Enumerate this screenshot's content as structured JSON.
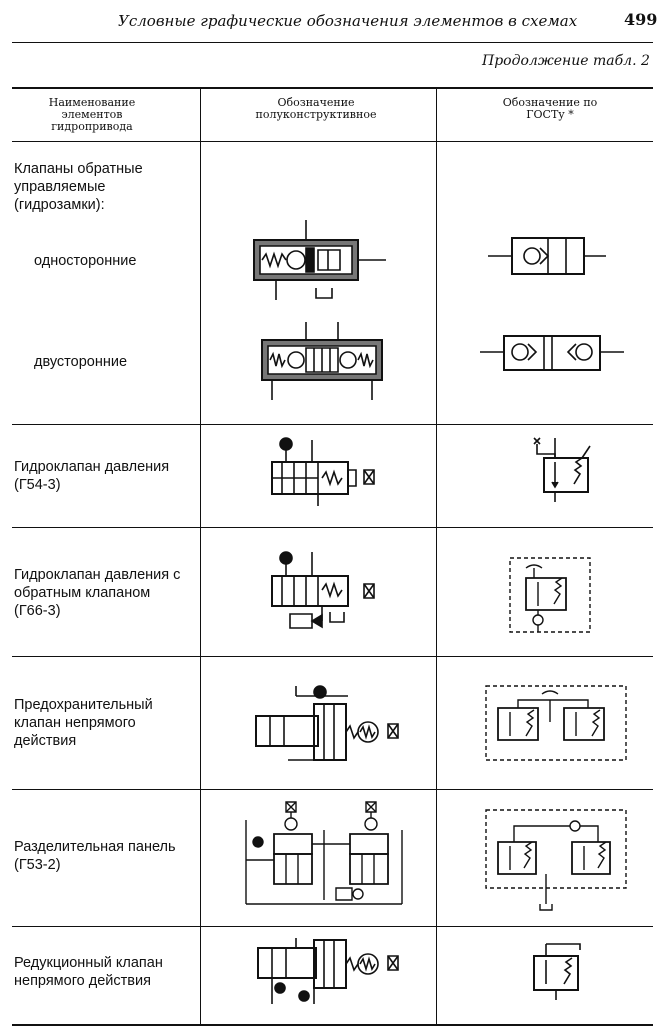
{
  "header": {
    "title": "Условные графические обозначения элементов в схемах",
    "page_number": "499"
  },
  "table": {
    "continuation": "Продолжение табл. 2",
    "columns": [
      "Наименование элементов гидропривода",
      "Обозначение полуконструктивное",
      "Обозначение по ГОСТу *"
    ],
    "rows": [
      {
        "name": "Клапаны обратные управляемые (гидрозамки):"
      },
      {
        "name": "односторонние"
      },
      {
        "name": "двусторонние"
      },
      {
        "name": "Гидроклапан давления (Г54-3)"
      },
      {
        "name": "Гидроклапан давления с обратным клапаном (Г66-3)"
      },
      {
        "name": "Предохранительный клапан непрямого действия"
      },
      {
        "name": "Разделительная панель (Г53-2)"
      },
      {
        "name": "Редукционный клапан непрямого действия"
      }
    ]
  }
}
